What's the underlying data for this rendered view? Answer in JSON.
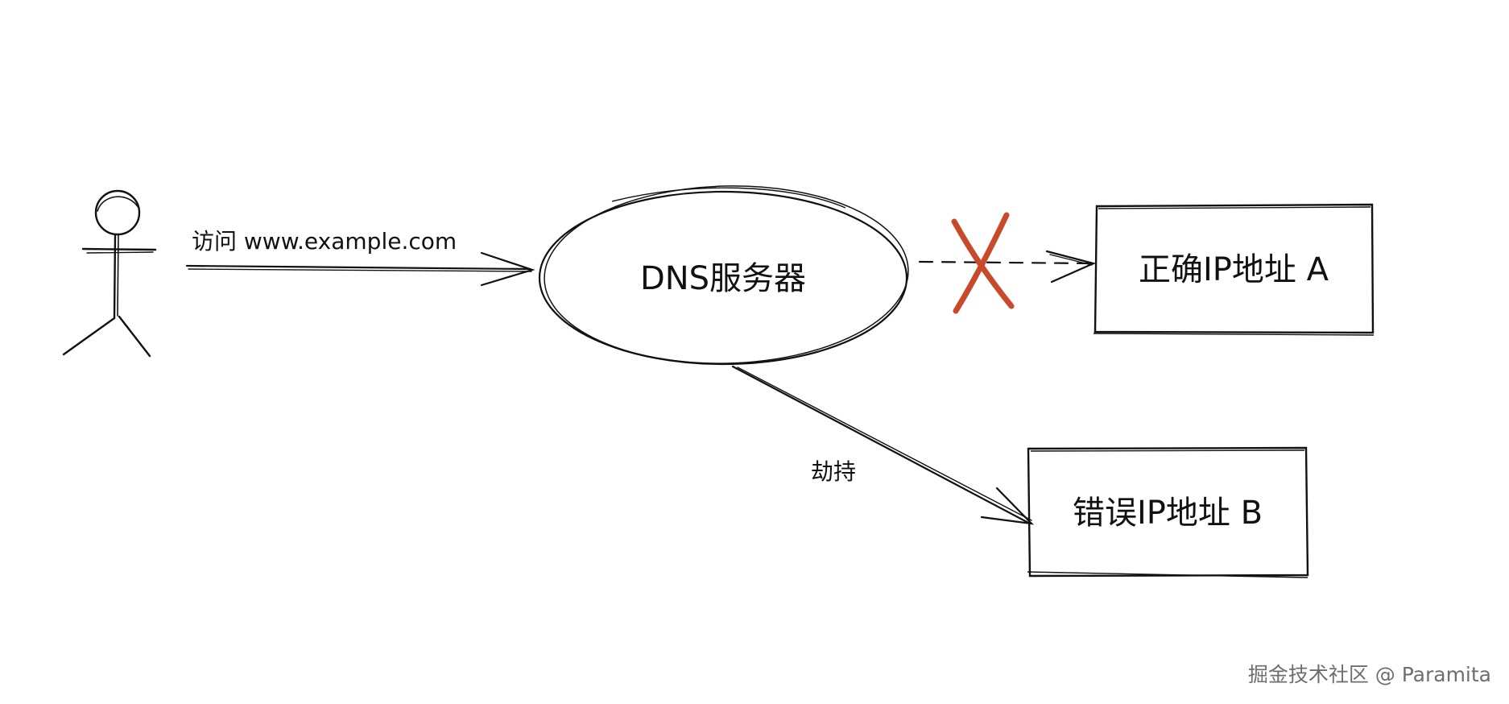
{
  "nodes": {
    "dns_server": {
      "label": "DNS服务器",
      "shape": "ellipse"
    },
    "correct_ip": {
      "label": "正确IP地址 A",
      "shape": "rectangle"
    },
    "wrong_ip": {
      "label": "错误IP地址 B",
      "shape": "rectangle"
    },
    "user": {
      "shape": "stick-figure"
    }
  },
  "edges": {
    "user_to_dns": {
      "label": "访问 www.example.com",
      "style": "solid"
    },
    "dns_to_correct": {
      "style": "dashed",
      "blocked": true,
      "block_mark": "cross-mark-icon"
    },
    "dns_to_wrong": {
      "label": "劫持",
      "style": "solid"
    }
  },
  "watermark": "掘金技术社区 @ Paramita",
  "colors": {
    "stroke": "#111111",
    "cross": "#c84a2a",
    "background": "#ffffff",
    "watermark": "#6e6e6e"
  }
}
